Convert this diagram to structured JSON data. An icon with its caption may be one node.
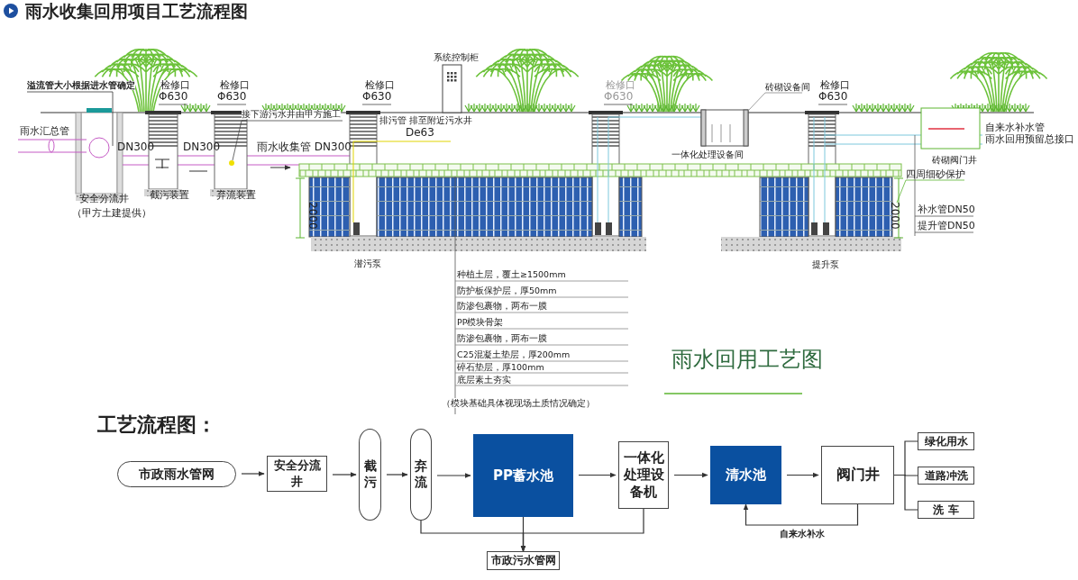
{
  "diagram": {
    "title": "雨水收集回用项目工艺流程图",
    "nodes": [
      {
        "text": [
          "市政雨水管网"
        ]
      },
      {
        "text": [
          "安全分流井"
        ]
      },
      {
        "text": [
          "截污"
        ]
      },
      {
        "text": [
          "弃流"
        ]
      },
      {
        "text": [
          "PP蓄水池"
        ]
      },
      {
        "text": [
          "一体化处理设备机"
        ]
      },
      {
        "text": [
          "清水池"
        ]
      },
      {
        "text": [
          "阀门井"
        ]
      },
      {
        "text": [
          "绿化用水"
        ]
      },
      {
        "text": [
          "道路冲洗"
        ]
      },
      {
        "text": [
          "洗 车"
        ]
      },
      {
        "text": [
          "市政污水管网"
        ]
      }
    ],
    "edges": [
      {
        "from": 0,
        "to": 1,
        "arrow": "to"
      },
      {
        "from": 1,
        "to": 2,
        "arrow": "to"
      },
      {
        "from": 2,
        "to": 3,
        "arrow": "to"
      },
      {
        "from": 3,
        "to": 4,
        "arrow": "to"
      },
      {
        "from": 4,
        "to": 5,
        "arrow": "to"
      },
      {
        "from": 5,
        "to": 6,
        "arrow": "to"
      },
      {
        "from": 6,
        "to": 7,
        "arrow": "to"
      },
      {
        "from": 7,
        "to": 8,
        "arrow": "none"
      },
      {
        "from": 7,
        "to": 9,
        "arrow": "none"
      },
      {
        "from": 7,
        "to": 10,
        "arrow": "none"
      },
      {
        "from": 3,
        "to": 11,
        "arrow": "to"
      },
      {
        "from": 5,
        "to": 11,
        "arrow": "to"
      },
      {
        "from": 4,
        "to": 11,
        "arrow": "to"
      },
      {
        "from": 7,
        "to": 6,
        "arrow": "to",
        "label": "自来水补水"
      }
    ],
    "labels": [
      "溢流管大小根据进水管确定",
      "雨水汇总管",
      "DN300",
      "安全分流井",
      "（甲方土建提供）",
      "检修口",
      "Φ630",
      "截污装置",
      "DN300",
      "检修口",
      "Φ630",
      "接下游污水井由甲方施工",
      "弃流装置",
      "雨水收集管 DN300",
      "系统控制柜",
      "检修口",
      "Φ630",
      "排污管 排至附近污水井",
      "De63",
      "检修口",
      "Φ630",
      "砖砌设备间",
      "检修口",
      "Φ630",
      "一体化处理设备间",
      "自来水补水管",
      "雨水回用预留总接口",
      "砖砌阀门井",
      "四周细砂保护",
      "2000",
      "2000",
      "补水管DN50",
      "提升管DN50",
      "潜污泵",
      "提升泵",
      "种植土层，覆土≥1500mm",
      "防护板保护层，厚50mm",
      "防渗包裹物，两布一膜",
      "PP模块骨架",
      "防渗包裹物，两布一膜",
      "C25混凝土垫层，厚200mm",
      "碎石垫层，厚100mm",
      "底层素土夯实",
      "（模块基础具体视现场土质情况确定）",
      "雨水回用工艺图",
      "工艺流程图："
    ]
  }
}
